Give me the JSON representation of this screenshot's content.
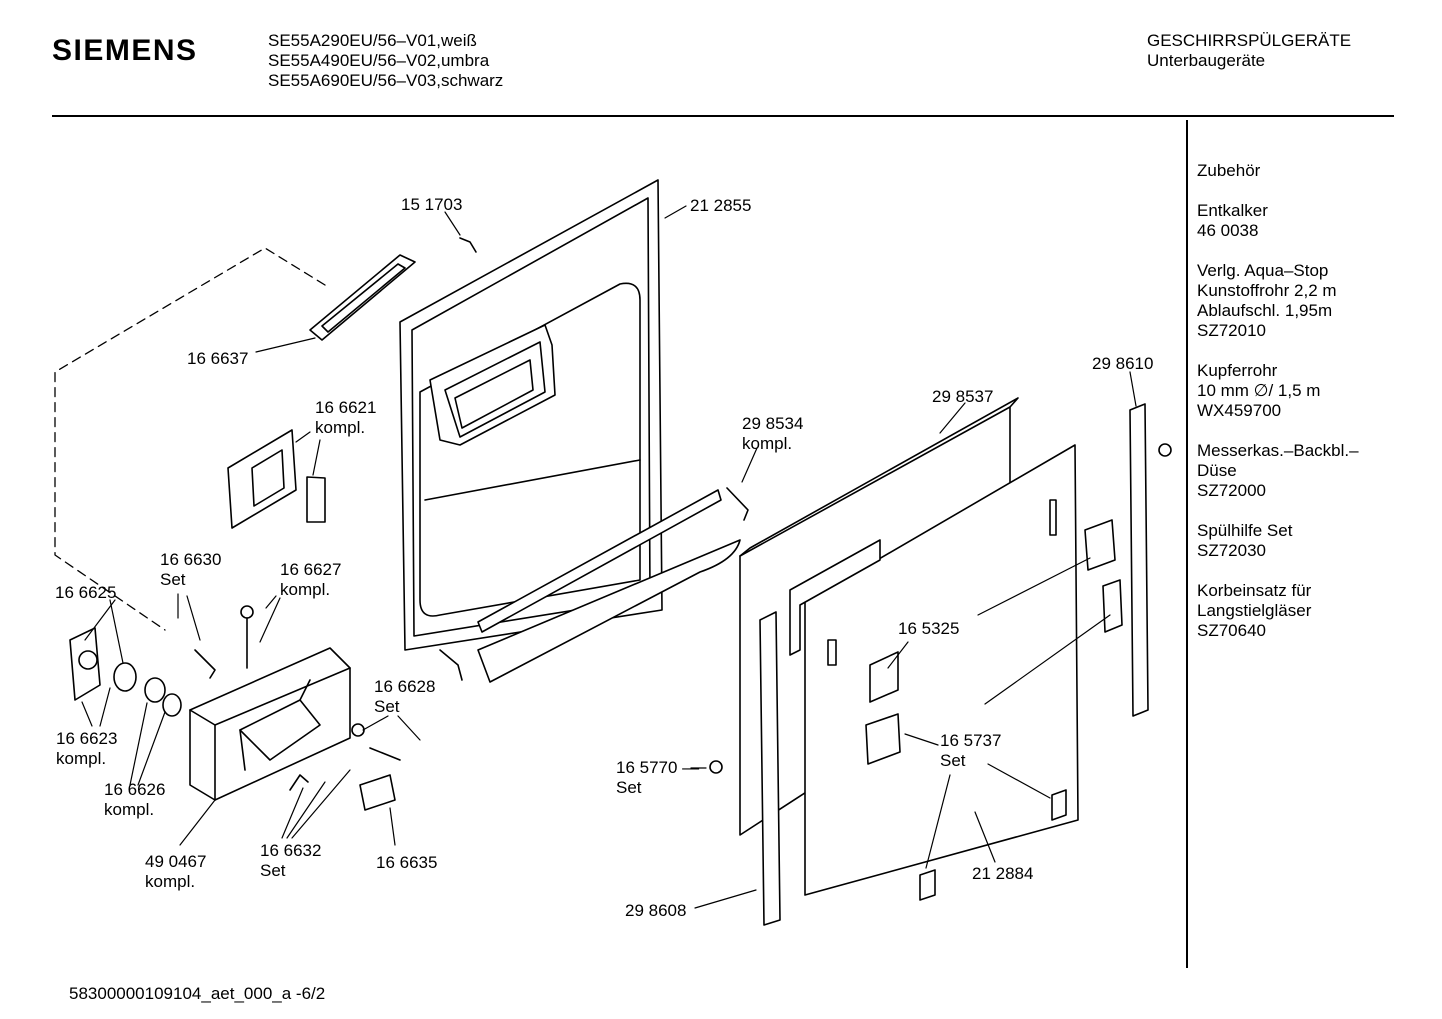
{
  "header": {
    "brand": "SIEMENS",
    "models": [
      "SE55A290EU/56–V01,weiß",
      "SE55A490EU/56–V02,umbra",
      "SE55A690EU/56–V03,schwarz"
    ],
    "category_title": "GESCHIRRSPÜLGERÄTE",
    "category_subtitle": "Unterbaugeräte"
  },
  "accessories": [
    {
      "lines": [
        "Zubehör"
      ]
    },
    {
      "lines": [
        "Entkalker",
        "46 0038"
      ]
    },
    {
      "lines": [
        "Verlg. Aqua–Stop",
        "Kunstoffrohr 2,2 m",
        "Ablaufschl. 1,95m",
        "SZ72010"
      ]
    },
    {
      "lines": [
        "Kupferrohr",
        "10 mm ∅/ 1,5 m",
        "WX459700"
      ]
    },
    {
      "lines": [
        "Messerkas.–Backbl.–",
        "Düse",
        "SZ72000"
      ]
    },
    {
      "lines": [
        "Spülhilfe Set",
        "SZ72030"
      ]
    },
    {
      "lines": [
        "Korbeinsatz für",
        "Langstielgläser",
        "SZ70640"
      ]
    }
  ],
  "parts": [
    {
      "id": "p151703",
      "lines": [
        "15 1703"
      ]
    },
    {
      "id": "p212855",
      "lines": [
        "21 2855"
      ]
    },
    {
      "id": "p166637",
      "lines": [
        "16 6637"
      ]
    },
    {
      "id": "p166621",
      "lines": [
        "16 6621",
        "kompl."
      ]
    },
    {
      "id": "p298534",
      "lines": [
        "29 8534",
        "kompl."
      ]
    },
    {
      "id": "p298537",
      "lines": [
        "29 8537"
      ]
    },
    {
      "id": "p298610",
      "lines": [
        "29 8610"
      ]
    },
    {
      "id": "p166630",
      "lines": [
        "16 6630",
        "Set"
      ]
    },
    {
      "id": "p166627",
      "lines": [
        "16 6627",
        "kompl."
      ]
    },
    {
      "id": "p166625",
      "lines": [
        "16 6625"
      ]
    },
    {
      "id": "p165325",
      "lines": [
        "16 5325"
      ]
    },
    {
      "id": "p166628",
      "lines": [
        "16 6628",
        "Set"
      ]
    },
    {
      "id": "p166623",
      "lines": [
        "16 6623",
        "kompl."
      ]
    },
    {
      "id": "p165737",
      "lines": [
        "16 5737",
        "Set"
      ]
    },
    {
      "id": "p165770",
      "lines": [
        "16 5770 —",
        "Set"
      ]
    },
    {
      "id": "p166626",
      "lines": [
        "16 6626",
        "kompl."
      ]
    },
    {
      "id": "p490467",
      "lines": [
        "49 0467",
        "kompl."
      ]
    },
    {
      "id": "p166632",
      "lines": [
        "16 6632",
        "Set"
      ]
    },
    {
      "id": "p166635",
      "lines": [
        "16 6635"
      ]
    },
    {
      "id": "p212884",
      "lines": [
        "21 2884"
      ]
    },
    {
      "id": "p298608",
      "lines": [
        "29 8608"
      ]
    }
  ],
  "footer": {
    "text": "58300000109104_aet_000_a   -6/2"
  }
}
